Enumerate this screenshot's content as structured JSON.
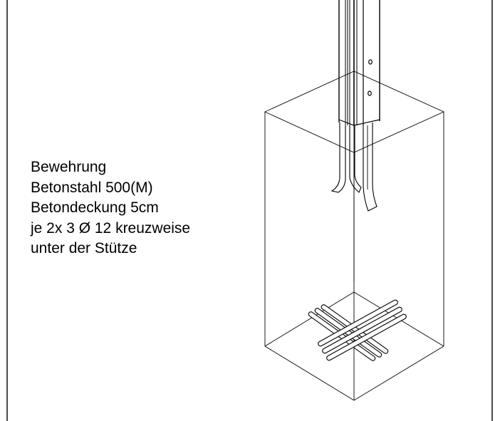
{
  "annotation": {
    "lines": [
      "Bewehrung",
      "Betonstahl 500(M)",
      "Betondeckung 5cm",
      "je 2x 3 Ø 12 kreuzweise",
      "unter der Stütze"
    ]
  },
  "colors": {
    "line": "#000000",
    "background": "#ffffff"
  }
}
